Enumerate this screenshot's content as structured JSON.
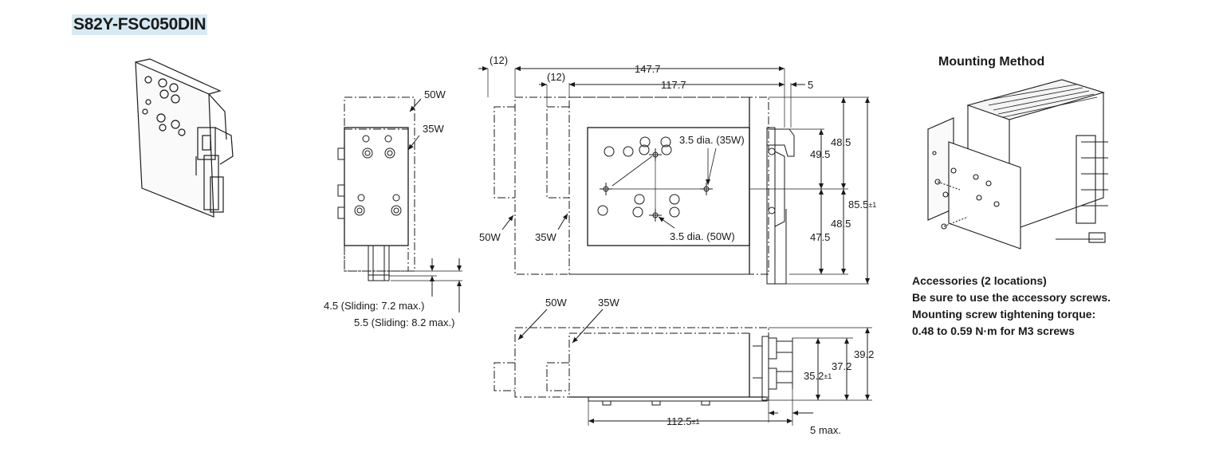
{
  "title": "S82Y-FSC050DIN",
  "mounting": {
    "title": "Mounting Method",
    "notes": [
      "Accessories (2 locations)",
      "Be sure to use the accessory screws.",
      "Mounting screw tightening torque:",
      "0.48 to 0.59 N·m for M3 screws"
    ]
  },
  "side_view": {
    "label_50w": "50W",
    "label_35w": "35W",
    "dim_sliding_1": "4.5 (Sliding: 7.2 max.)",
    "dim_sliding_2": "5.5 (Sliding: 8.2 max.)"
  },
  "front_view": {
    "dim_total_width": "147.7",
    "dim_offset_50w": "(12)",
    "dim_width_35w": "117.7",
    "dim_offset_35w": "(12)",
    "dim_right": "5",
    "hole_35w": "3.5 dia. (35W)",
    "hole_50w": "3.5 dia. (50W)",
    "dim_48_5_top": "48.5",
    "dim_49_5": "49.5",
    "dim_48_5_bottom": "48.5",
    "dim_47_5": "47.5",
    "dim_height_main": "85.5",
    "dim_height_tol": "±1",
    "label_50w": "50W",
    "label_35w": "35W"
  },
  "bottom_view": {
    "label_50w": "50W",
    "label_35w": "35W",
    "dim_39_2": "39.2",
    "dim_37_2": "37.2",
    "dim_35_2_main": "35.2",
    "dim_35_2_tol": "±1",
    "dim_112_5_main": "112.5",
    "dim_112_5_tol": "±1",
    "dim_5_max": "5 max."
  },
  "colors": {
    "line": "#1a1a1a",
    "title_highlight": "#d7e9f3"
  }
}
